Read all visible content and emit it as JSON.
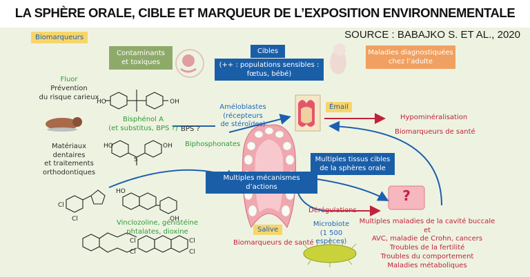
{
  "title": "LA SPHÈRE ORALE, CIBLE ET MARQUEUR DE L’EXPOSITION ENVIRONNEMENTALE",
  "source": "SOURCE : BABAJKO S. ET AL., 2020",
  "labels": {
    "biomarqueurs": "Biomarqueurs",
    "contaminants": [
      "Contaminants",
      "et toxiques"
    ],
    "cibles": "Cibles",
    "cibles_detail": [
      "(++ : populations sensibles :",
      "fœtus, bébé)"
    ],
    "maladies_adulte": [
      "Maladies diagnostiquées",
      "chez l’adulte"
    ],
    "fluor": "Fluor",
    "prevention": [
      "Prévention",
      "du risque carieux"
    ],
    "materiaux": [
      "Matériaux",
      "dentaires",
      "et traitements",
      "orthodontiques"
    ],
    "bisphenol": [
      "Bisphénol A",
      "(et substitus, BPS ?)"
    ],
    "bps": "BPS ?",
    "ameloblastes": [
      "Améloblastes",
      "(récepteurs",
      "de stéroïdes)"
    ],
    "email": "Émail",
    "hypomineralisation": "Hypominéralisation",
    "biomarqueurs_sante_1": "Biomarqueurs de santé",
    "biphosphonates": "Biphosphonates",
    "tissus_cibles": [
      "Multiples tissus cibles",
      "de la sphères orale"
    ],
    "mecanismes": "Multiples mécanismes d’actions",
    "vinclozoline": [
      "Vinclozoline, génistéine",
      "phtalates, dioxine"
    ],
    "dereglations": "Dérégulations",
    "microbiote": [
      "Microbiote",
      "(1 500 espèces)"
    ],
    "salive": "Salive",
    "biomarqueurs_sante_2": "Biomarqueurs de santé",
    "question": "?",
    "maladies_list": [
      "Multiples maladies de la cavité buccale",
      "et",
      "AVC, maladie de Crohn, cancers",
      "Troubles de la fertilité",
      "Troubles du comportement",
      "Maladies métaboliques"
    ]
  },
  "colors": {
    "panel_bg": "#eef3e1",
    "blue_box": "#1a5ea8",
    "green_box": "#8eaa6a",
    "orange_box": "#f0a060",
    "yellow_tag": "#f7d56b",
    "red_text": "#c0213b",
    "green_text": "#2e9a3a",
    "blue_text": "#1d5fb0"
  }
}
